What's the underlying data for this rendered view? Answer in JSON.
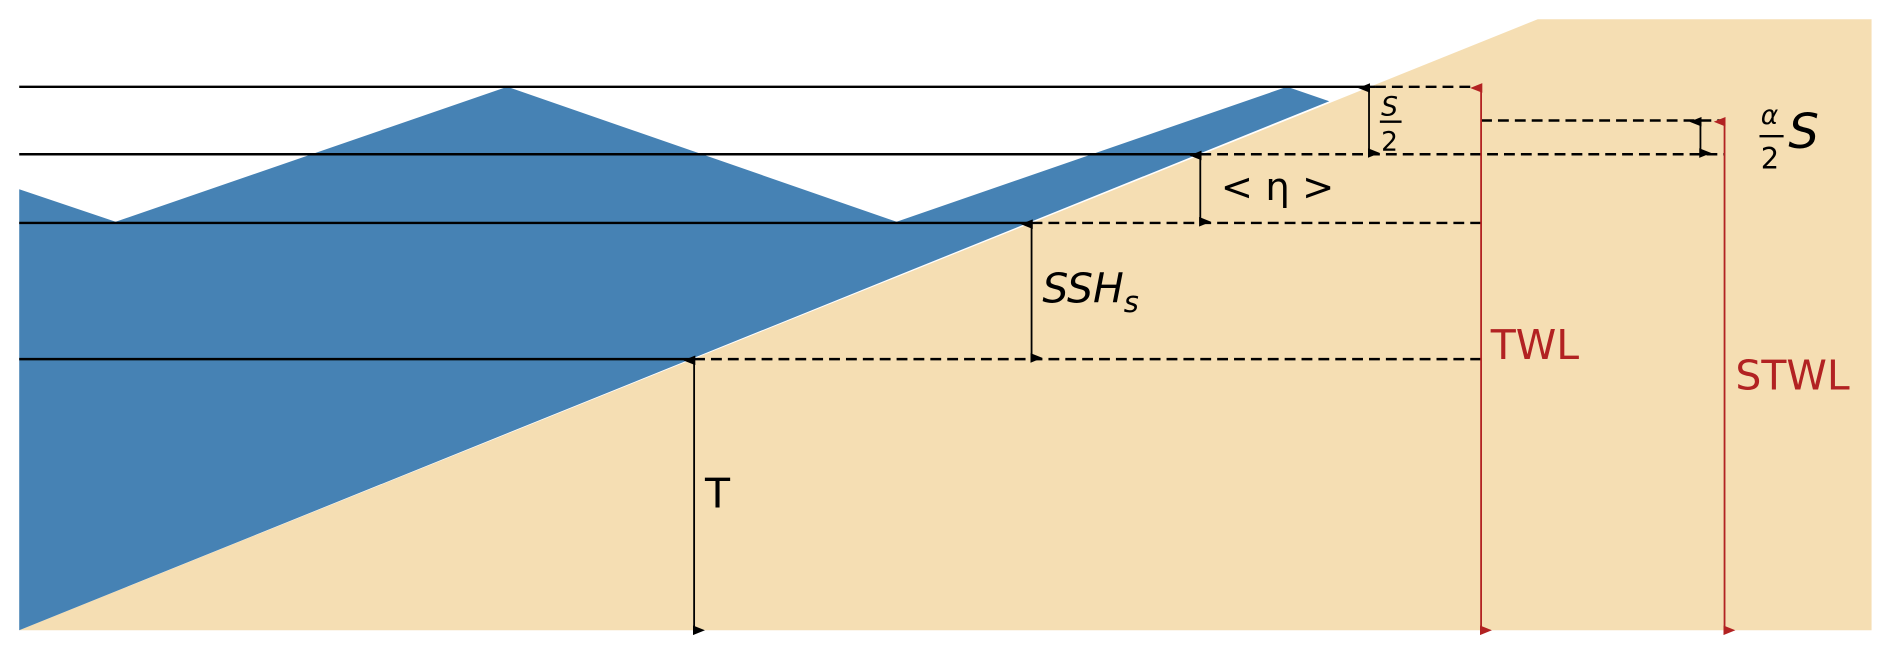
{
  "colors": {
    "water": "#4682b4",
    "beach": "#f5deb3",
    "line": "#000000",
    "total": "#b22222"
  },
  "labels": {
    "tide": "T",
    "surge": "SSH",
    "surge_sub": "s",
    "setup": "< η >",
    "swash_half_num": "S",
    "swash_half_den": "2",
    "twl": "TWL",
    "stwl": "STWL",
    "alpha_num": "α",
    "alpha_den": "2",
    "alpha_s": "S"
  }
}
